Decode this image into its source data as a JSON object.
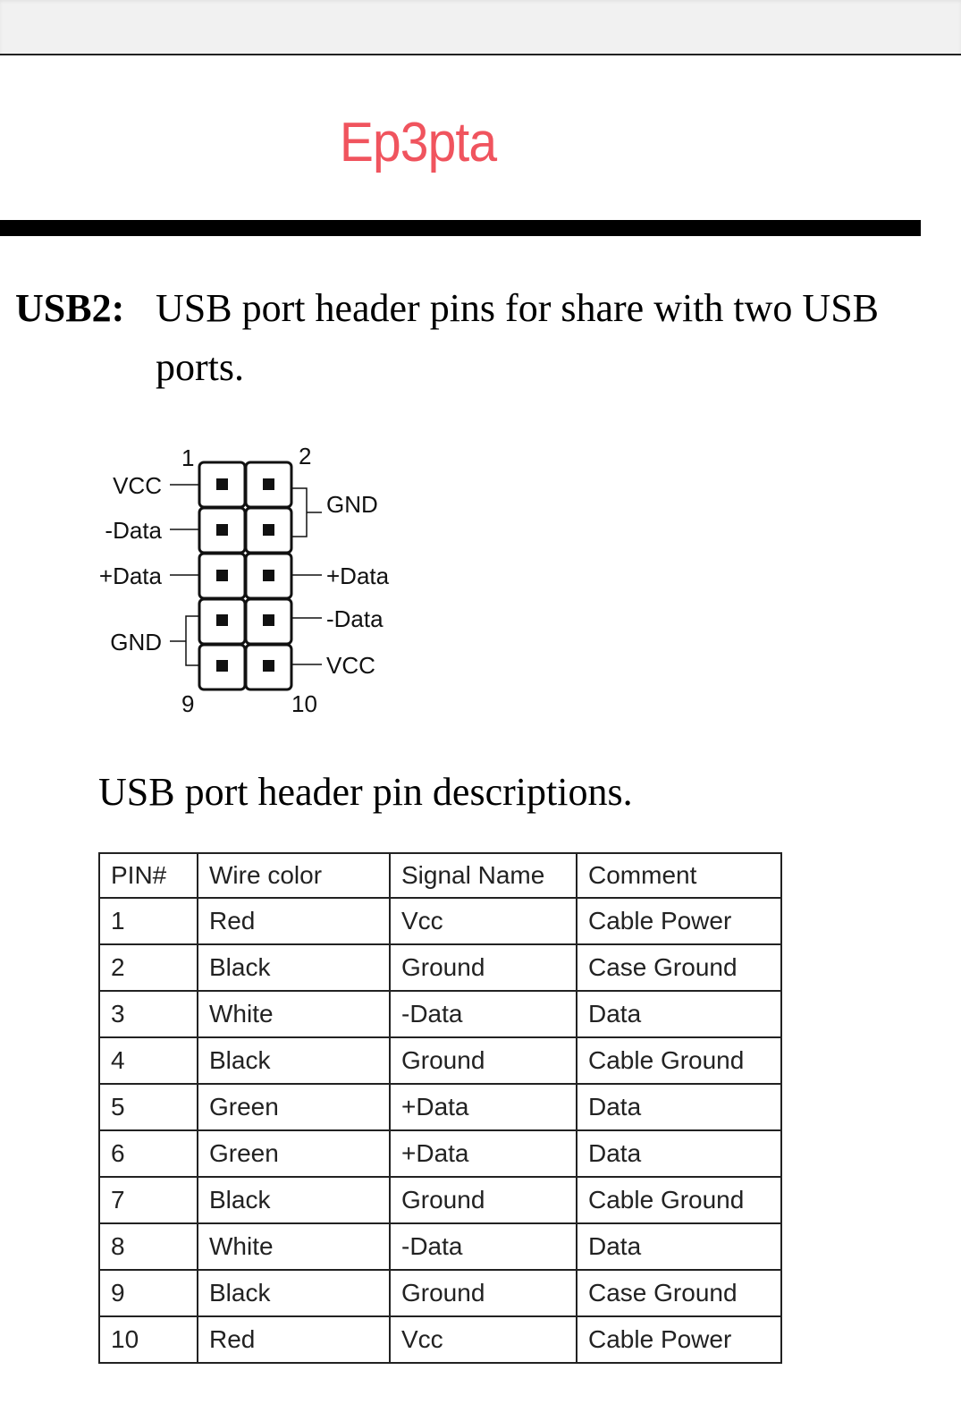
{
  "title": "Ep3pta",
  "title_color": "#f0545e",
  "heading": {
    "label": "USB2:",
    "text_line1": "USB port header pins for share with two USB",
    "text_line2": "ports."
  },
  "diagram": {
    "pin_numbers": {
      "top_left": "1",
      "top_right": "2",
      "bottom_left": "9",
      "bottom_right": "10"
    },
    "left_labels": [
      "VCC",
      "-Data",
      "+Data",
      "GND"
    ],
    "right_labels": [
      "GND",
      "+Data",
      "-Data",
      "VCC"
    ]
  },
  "table_title": "USB port header pin descriptions.",
  "table": {
    "headers": [
      "PIN#",
      "Wire color",
      "Signal Name",
      "Comment"
    ],
    "rows": [
      [
        "1",
        "Red",
        "Vcc",
        "Cable Power"
      ],
      [
        "2",
        "Black",
        "Ground",
        "Case Ground"
      ],
      [
        "3",
        "White",
        "-Data",
        "Data"
      ],
      [
        "4",
        "Black",
        "Ground",
        "Cable Ground"
      ],
      [
        "5",
        "Green",
        "+Data",
        "Data"
      ],
      [
        "6",
        "Green",
        "+Data",
        "Data"
      ],
      [
        "7",
        "Black",
        "Ground",
        "Cable Ground"
      ],
      [
        "8",
        "White",
        "-Data",
        "Data"
      ],
      [
        "9",
        "Black",
        "Ground",
        "Case Ground"
      ],
      [
        "10",
        "Red",
        "Vcc",
        "Cable Power"
      ]
    ]
  }
}
